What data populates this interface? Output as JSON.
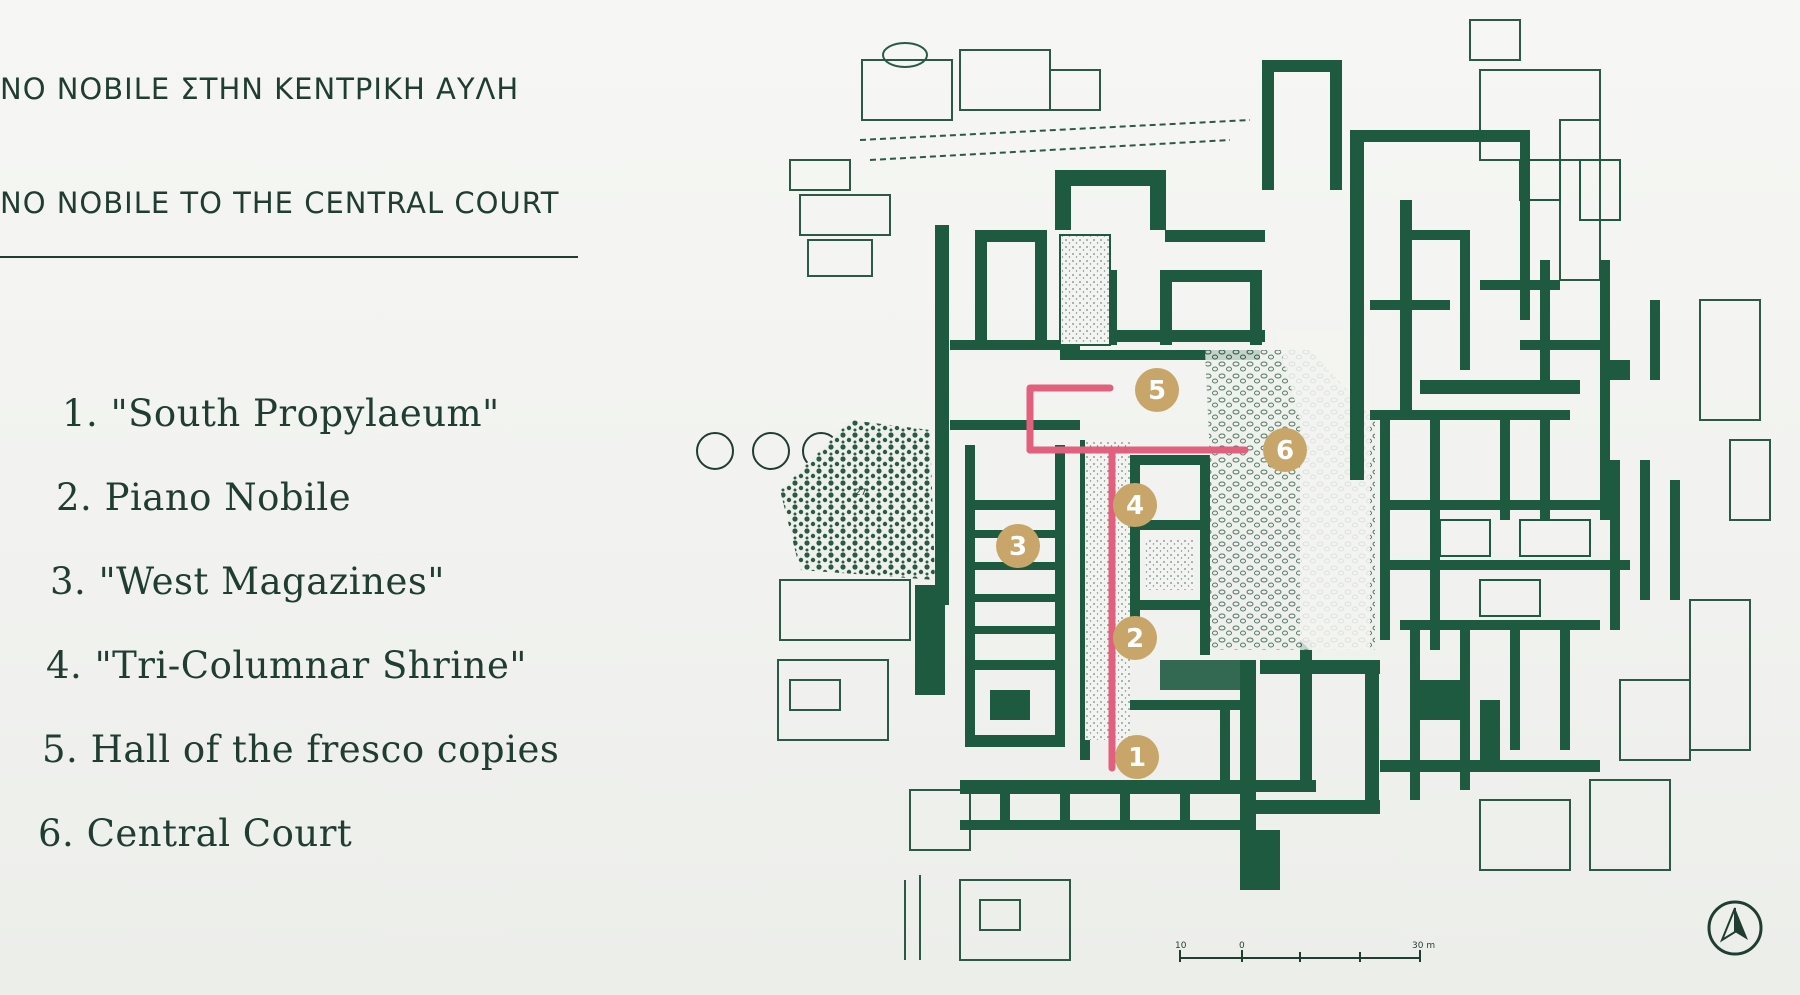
{
  "header": {
    "title_greek": "NO NOBILE ΣΤΗΝ ΚΕΝΤΡΙΚΗ ΑΥΛΗ",
    "title_english": "NO NOBILE TO THE CENTRAL COURT"
  },
  "legend": [
    {
      "number": "1",
      "label": "1. \"South Propylaeum\""
    },
    {
      "number": "2",
      "label": "2. Piano Nobile"
    },
    {
      "number": "3",
      "label": "3. \"West Magazines\""
    },
    {
      "number": "4",
      "label": "4. \"Tri-Columnar Shrine\""
    },
    {
      "number": "5",
      "label": "5. Hall of the fresco copies"
    },
    {
      "number": "6",
      "label": "6. Central Court"
    }
  ],
  "map": {
    "markers": [
      "1",
      "2",
      "3",
      "4",
      "5",
      "6"
    ],
    "plan_room_number": "27",
    "scale_labels": [
      "10",
      "0",
      "30 m"
    ],
    "colors": {
      "walls": "#1e5a40",
      "route": "#e0607e",
      "marker": "#c8a66a",
      "text": "#1f3d33"
    },
    "icons": [
      "north-arrow-icon"
    ]
  }
}
